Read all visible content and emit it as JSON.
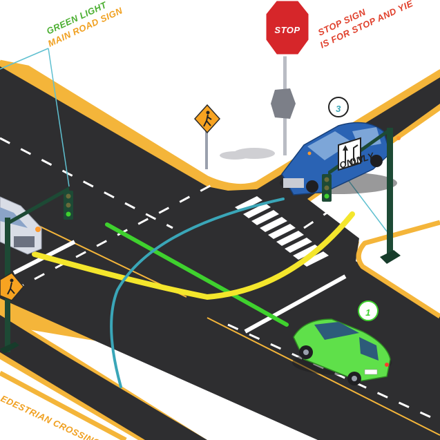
{
  "labels": {
    "green_light": "GREEN LIGHT",
    "main_road_sign": "MAIN ROAD SIGN",
    "stop_sign_1": "STOP SIGN",
    "stop_sign_2": "IS FOR STOP AND YIE",
    "pedestrian": "EDESTRIAN CROSSING"
  },
  "signs": {
    "stop_text": "STOP",
    "only_left": "ONLY",
    "only_right": "ONLY"
  },
  "markers": {
    "car_1": "1",
    "car_3": "3"
  },
  "colors": {
    "asphalt": "#2e2e30",
    "curb": "#f4b53a",
    "green_path": "#3fd12e",
    "yellow_path": "#f4e62c",
    "teal_path": "#3aa6b8",
    "label_green": "#4caf32",
    "label_orange": "#f0a020",
    "label_red": "#e0402c"
  }
}
